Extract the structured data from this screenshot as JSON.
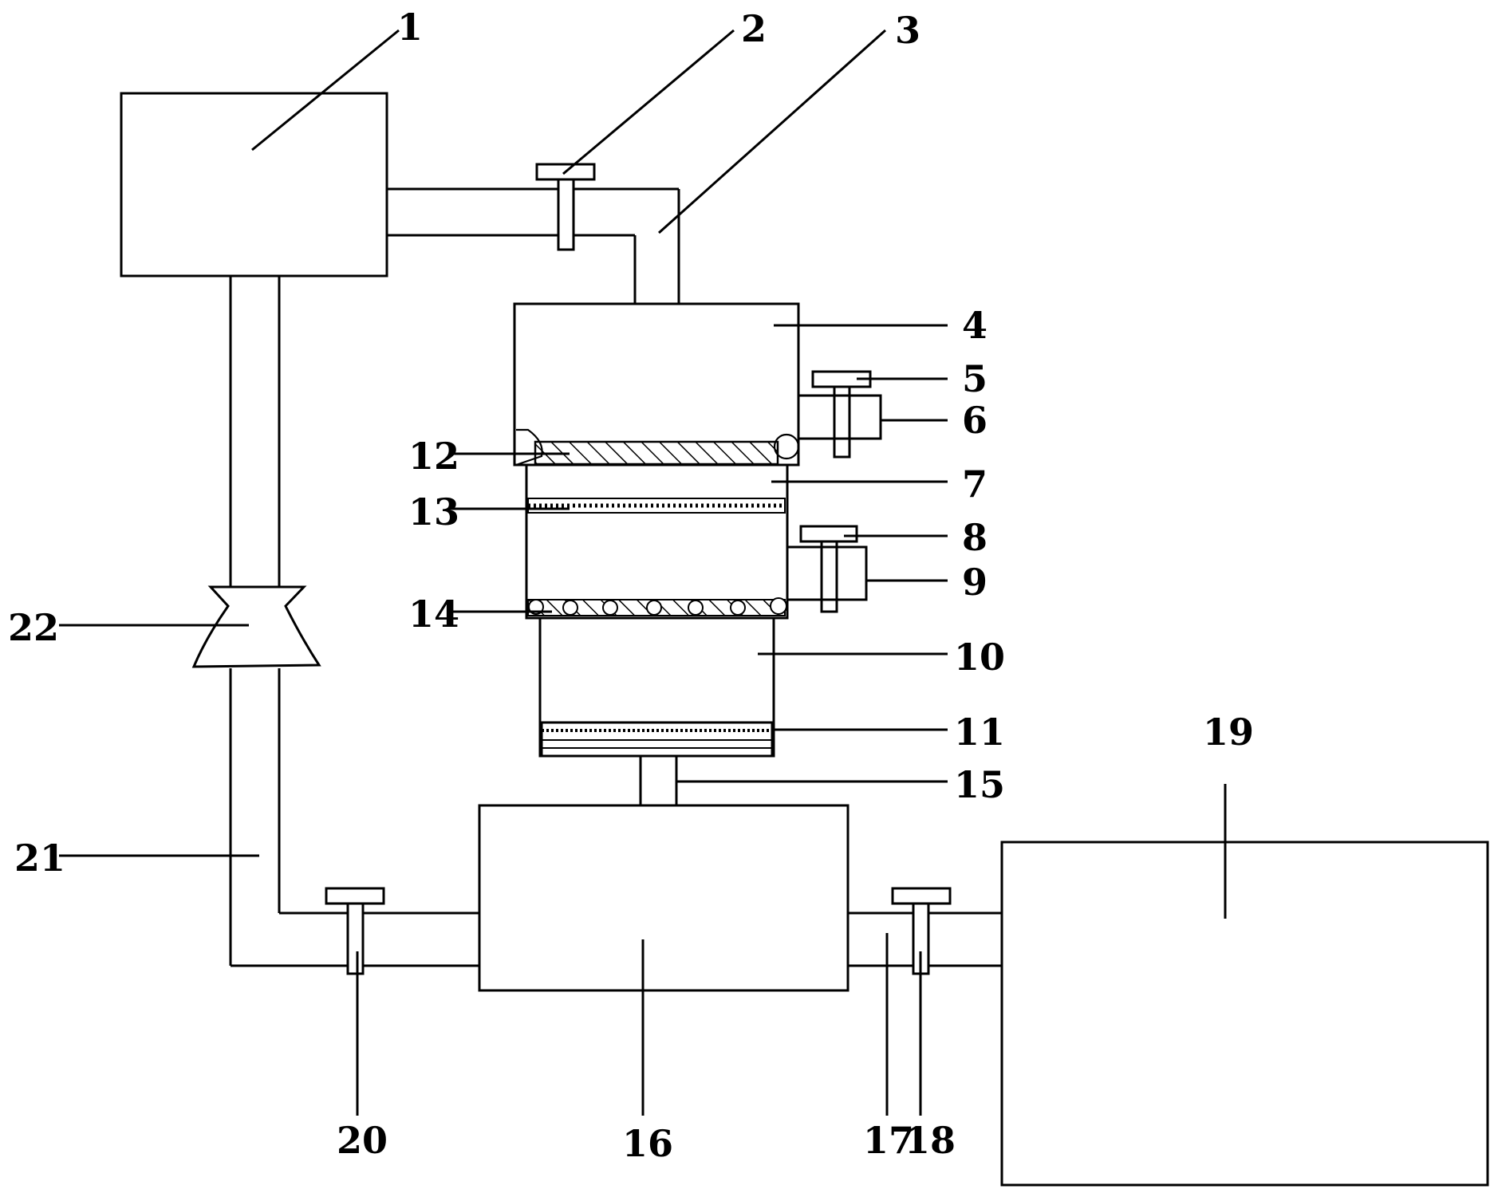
{
  "labels": {
    "l1": "1",
    "l2": "2",
    "l3": "3",
    "l4": "4",
    "l5": "5",
    "l6": "6",
    "l7": "7",
    "l8": "8",
    "l9": "9",
    "l10": "10",
    "l11": "11",
    "l12": "12",
    "l13": "13",
    "l14": "14",
    "l15": "15",
    "l16": "16",
    "l17": "17",
    "l18": "18",
    "l19": "19",
    "l20": "20",
    "l21": "21",
    "l22": "22"
  }
}
